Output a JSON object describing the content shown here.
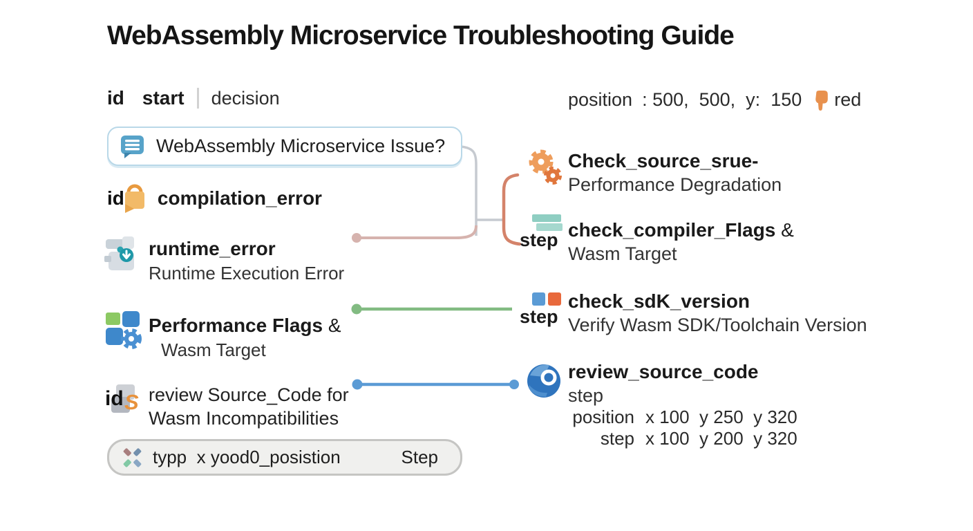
{
  "title": "WebAssembly Microservice Troubleshooting Guide",
  "meta": {
    "id_label": "id",
    "id_value": "start",
    "type_value": "decision",
    "position_label": "position",
    "position_value": ": 500,  500,  y:  150",
    "color_value": "red"
  },
  "decision_pill": {
    "label": "WebAssembly Microservice Issue?"
  },
  "left_nodes": {
    "compilation": {
      "id_label": "id",
      "title": "compilation_error"
    },
    "runtime": {
      "title": "runtime_error",
      "subtitle": "Runtime Execution Error"
    },
    "performance": {
      "title": "Performance Flags",
      "amp": "&",
      "subtitle": "Wasm Target"
    },
    "review": {
      "id_label": "id",
      "icon_letter": "S",
      "line1": "review Source_Code for",
      "line2": "Wasm Incompatibilities"
    }
  },
  "type_pill": {
    "label": "typp  x yood0_posistion",
    "action": "Step"
  },
  "right_nodes": {
    "check_source": {
      "title": "Check_source_srue-",
      "subtitle": "Performance Degradation"
    },
    "compiler_flags": {
      "badge": "step",
      "title": "check_compiler_Flags",
      "amp": "&",
      "subtitle": "Wasm Target"
    },
    "sdk_version": {
      "badge": "step",
      "title": "check_sdK_version",
      "subtitle": "Verify Wasm SDK/Toolchain Version"
    },
    "review_source": {
      "title": "review_source_code",
      "subtitle": "step",
      "coord_rows": [
        {
          "label": "position",
          "values": "x 100  y 250  y 320"
        },
        {
          "label": "step",
          "values": "x 100  y 200  y 320"
        }
      ]
    }
  },
  "colors": {
    "accent_orange": "#E8914E",
    "connector_pink": "#D6B3AE",
    "connector_gray": "#C6CAD0",
    "bracket_orange": "#D4836A",
    "line_green": "#82BB82",
    "line_blue": "#5B9BD5",
    "pill_blue_border": "#B9D8E8",
    "pill_gray_border": "#C5C5C3"
  }
}
